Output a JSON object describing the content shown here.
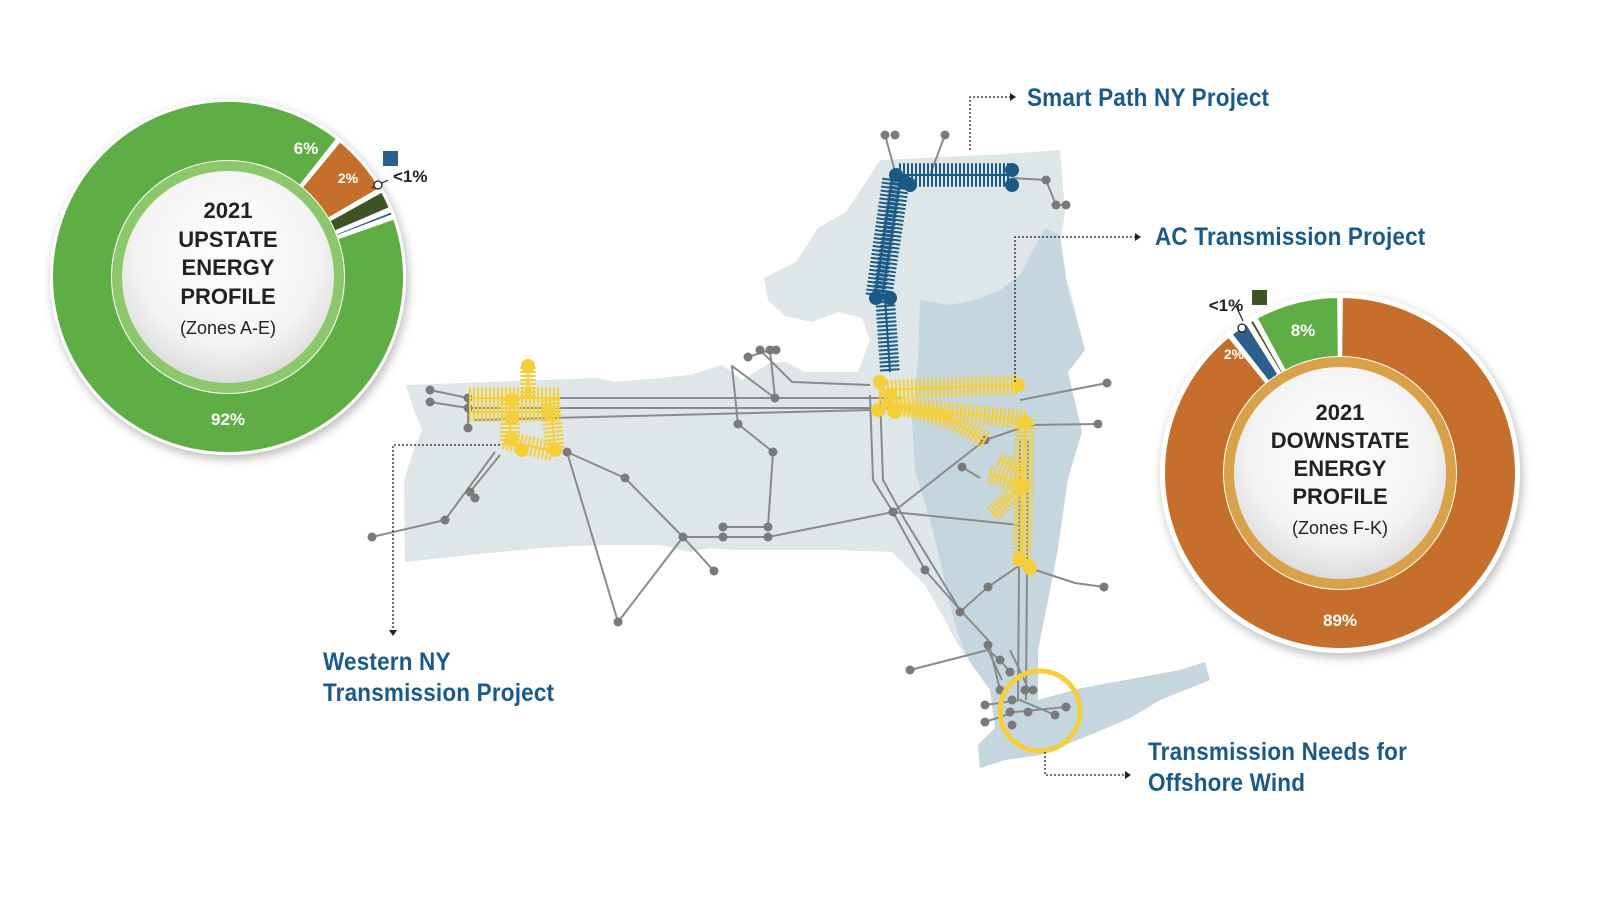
{
  "upstate": {
    "year": "2021",
    "title_lines": [
      "UPSTATE",
      "ENERGY",
      "PROFILE"
    ],
    "subtitle": "(Zones A-E)",
    "segments": [
      {
        "label": "92%",
        "value": 92,
        "color": "#5fae45"
      },
      {
        "label": "6%",
        "value": 6,
        "color": "#c66e2b"
      },
      {
        "label": "2%",
        "value": 2,
        "color": "#3e5424"
      },
      {
        "label": "<1%",
        "value": 0.7,
        "color": "#2d5f8c"
      }
    ]
  },
  "downstate": {
    "year": "2021",
    "title_lines": [
      "DOWNSTATE",
      "ENERGY",
      "PROFILE"
    ],
    "subtitle": "(Zones F-K)",
    "segments": [
      {
        "label": "89%",
        "value": 89,
        "color": "#c66e2b"
      },
      {
        "label": "2%",
        "value": 2,
        "color": "#2d5f8c"
      },
      {
        "label": "<1%",
        "value": 0.7,
        "color": "#3e5424"
      },
      {
        "label": "8%",
        "value": 8,
        "color": "#5fae45"
      }
    ]
  },
  "callouts": {
    "smart_path": "Smart Path NY Project",
    "ac_transmission": "AC Transmission Project",
    "western_ny_line1": "Western NY",
    "western_ny_line2": "Transmission Project",
    "offshore_line1": "Transmission Needs for",
    "offshore_line2": "Offshore Wind"
  },
  "colors": {
    "map_fill": "#dfe6e8",
    "map_fill_east": "#c6d6de",
    "network_line": "#8a8a8a",
    "network_node": "#7a7a7a",
    "highlight_yellow": "#f5cf3a",
    "highlight_blue": "#1b5a86",
    "callout_text": "#1b5a86",
    "leader_line": "#222222"
  },
  "icons": {
    "upstate_minor_marker": "blue-square-icon",
    "downstate_minor_marker": "green-square-icon"
  }
}
